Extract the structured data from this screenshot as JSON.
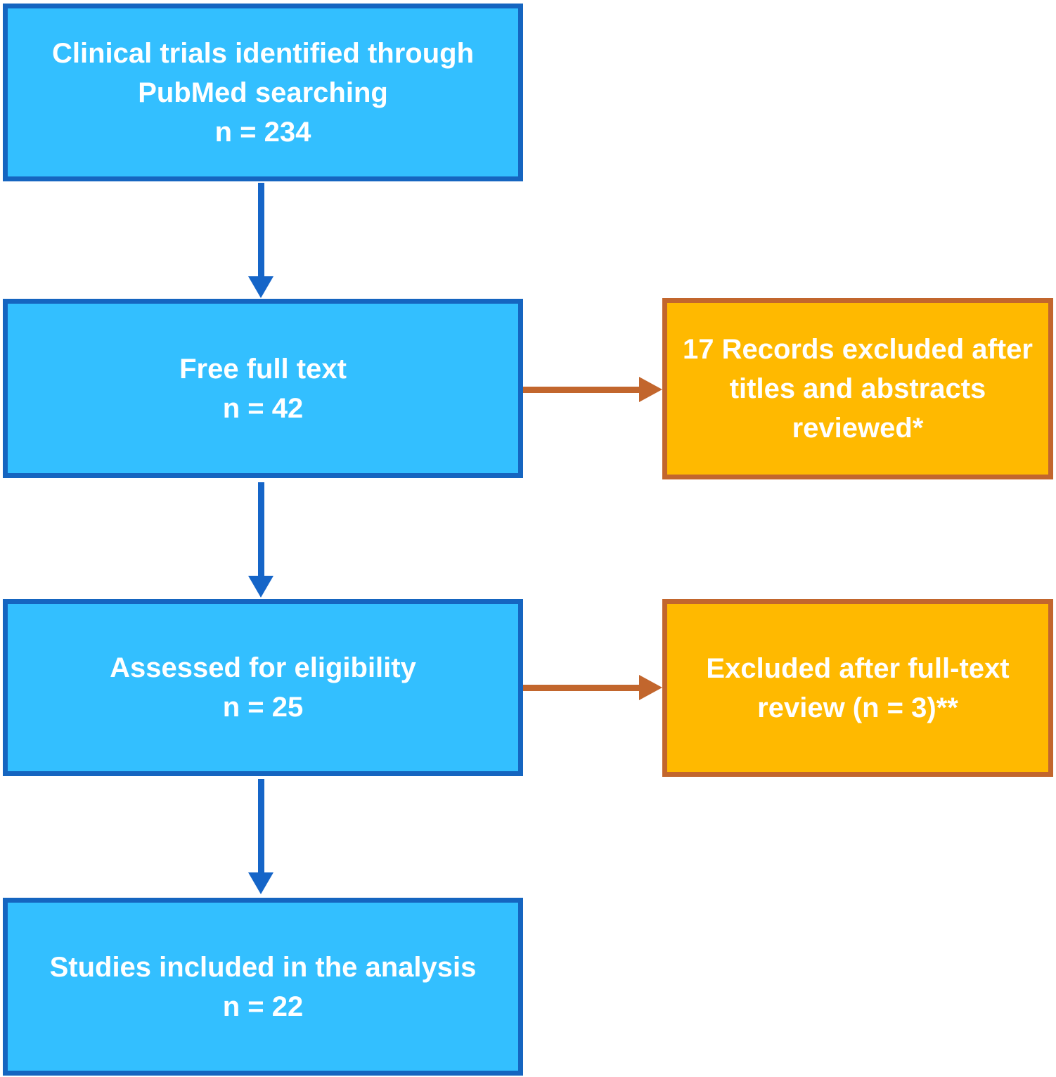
{
  "diagram": {
    "kind": "study-selection-flowchart",
    "colors": {
      "process_fill": "#33BFFF",
      "process_border": "#1565C0",
      "process_arrow": "#1565C8",
      "exclusion_fill": "#FFB900",
      "exclusion_border": "#C2662D",
      "exclusion_arrow": "#C2662D",
      "text": "#FFFFFF",
      "background": "#FFFFFF"
    },
    "boxes": {
      "identified": {
        "line1": "Clinical trials identified through",
        "line2": "PubMed searching",
        "line3": "n = 234",
        "n": 234
      },
      "free_full_text": {
        "line1": "Free full text",
        "line2": "n = 42",
        "n": 42
      },
      "excluded_titles": {
        "line1": "17 Records excluded after",
        "line2": "titles and abstracts",
        "line3": "reviewed*",
        "n": 17
      },
      "assessed": {
        "line1": "Assessed for eligibility",
        "line2": "n = 25",
        "n": 25
      },
      "excluded_fulltext": {
        "line1": "Excluded after full-text",
        "line2": "review (n = 3)**",
        "n": 3
      },
      "included": {
        "line1": "Studies included in the analysis",
        "line2": "n = 22",
        "n": 22
      }
    },
    "edges": [
      {
        "from": "identified",
        "to": "free_full_text",
        "direction": "down"
      },
      {
        "from": "free_full_text",
        "to": "excluded_titles",
        "direction": "right"
      },
      {
        "from": "free_full_text",
        "to": "assessed",
        "direction": "down"
      },
      {
        "from": "assessed",
        "to": "excluded_fulltext",
        "direction": "right"
      },
      {
        "from": "assessed",
        "to": "included",
        "direction": "down"
      }
    ]
  }
}
